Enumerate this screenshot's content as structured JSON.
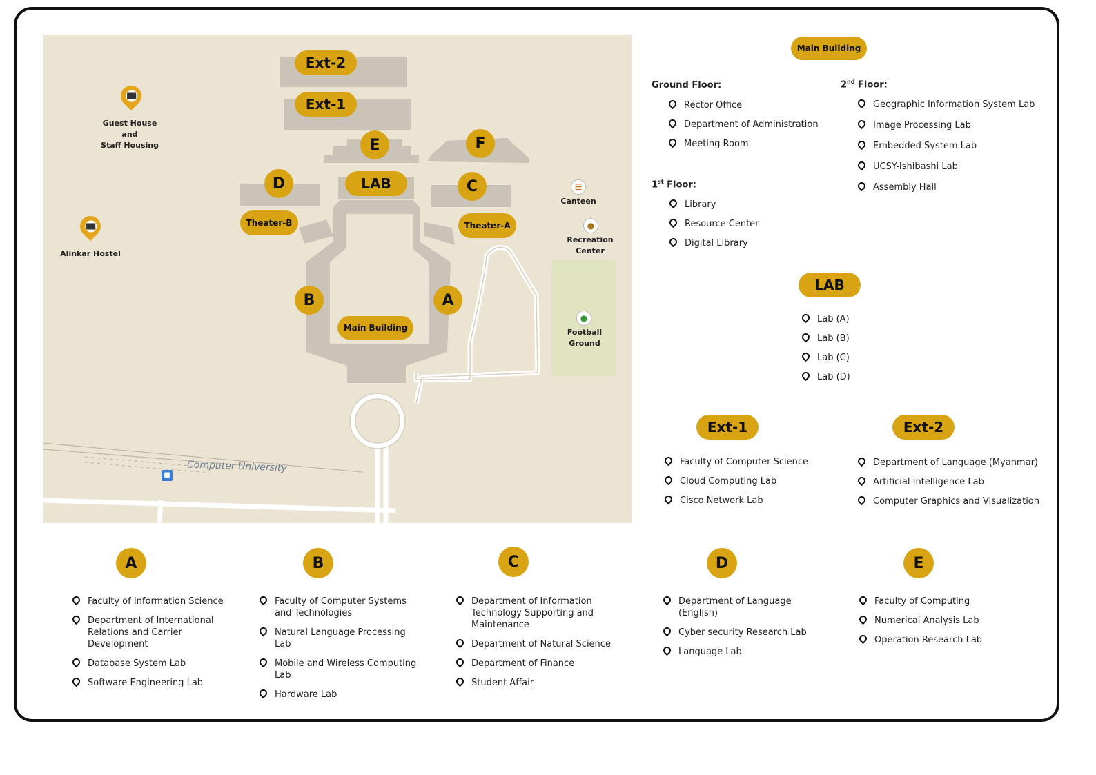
{
  "map": {
    "labels": {
      "ext2": "Ext-2",
      "ext1": "Ext-1",
      "e": "E",
      "f": "F",
      "d": "D",
      "lab": "LAB",
      "c": "C",
      "theater_b": "Theater-B",
      "theater_a": "Theater-A",
      "b": "B",
      "a": "A",
      "main_building": "Main Building"
    },
    "places": {
      "guest_house": [
        "Guest House",
        "and",
        "Staff Housing"
      ],
      "hostel": "Alinkar Hostel",
      "canteen": "Canteen",
      "recreation": [
        "Recreation",
        "Center"
      ],
      "football": [
        "Football",
        "Ground"
      ],
      "street": "Computer University"
    },
    "icons": [
      "hotel-pin-icon",
      "canteen-icon",
      "recreation-icon",
      "football-icon",
      "bus-stop-icon"
    ],
    "colors": {
      "accent": "#d9a414",
      "ground": "#ece4d3",
      "building": "#c9c3b8",
      "field": "#dfe3bf"
    }
  },
  "main_building": {
    "title": "Main Building",
    "ground_floor": {
      "heading": "Ground Floor:",
      "items": [
        "Rector Office",
        "Department of Administration",
        "Meeting Room"
      ]
    },
    "first_floor": {
      "heading_num": "1",
      "heading_sup": "st",
      "heading_rest": " Floor:",
      "items": [
        "Library",
        "Resource Center",
        "Digital Library"
      ]
    },
    "second_floor": {
      "heading_num": "2",
      "heading_sup": "nd",
      "heading_rest": " Floor:",
      "items": [
        "Geographic Information System Lab",
        "Image Processing Lab",
        "Embedded System Lab",
        "UCSY-Ishibashi Lab",
        "Assembly Hall"
      ]
    }
  },
  "lab": {
    "title": "LAB",
    "items": [
      "Lab (A)",
      "Lab (B)",
      "Lab (C)",
      "Lab (D)"
    ]
  },
  "ext1": {
    "title": "Ext-1",
    "items": [
      "Faculty of Computer Science",
      "Cloud Computing Lab",
      "Cisco Network Lab"
    ]
  },
  "ext2": {
    "title": "Ext-2",
    "items": [
      "Department of Language (Myanmar)",
      "Artificial Intelligence Lab",
      "Computer Graphics and Visualization"
    ]
  },
  "blocks": {
    "a": {
      "title": "A",
      "items": [
        "Faculty of Information Science",
        "Department of International Relations and Carrier Development",
        "Database System Lab",
        "Software Engineering Lab"
      ]
    },
    "b": {
      "title": "B",
      "items": [
        "Faculty of Computer Systems and Technologies",
        "Natural Language Processing Lab",
        "Mobile and Wireless Computing Lab",
        "Hardware Lab"
      ]
    },
    "c": {
      "title": "C",
      "items": [
        "Department of Information Technology Supporting and Maintenance",
        "Department of Natural Science",
        "Department of Finance",
        "Student Affair"
      ]
    },
    "d": {
      "title": "D",
      "items": [
        "Department of Language (English)",
        "Cyber security Research Lab",
        "Language Lab"
      ]
    },
    "e": {
      "title": "E",
      "items": [
        "Faculty of Computing",
        "Numerical Analysis Lab",
        "Operation Research Lab"
      ]
    }
  }
}
